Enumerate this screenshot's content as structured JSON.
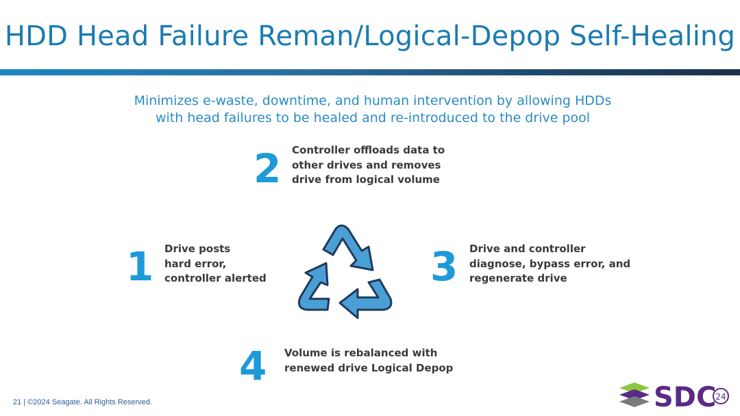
{
  "slide": {
    "title": "HDD Head Failure Reman/Logical-Depop Self-Healing",
    "subtitle_lines": [
      "Minimizes e-waste, downtime, and human intervention by allowing HDDs",
      "with head failures to be healed and re-introduced to the drive pool"
    ],
    "steps": [
      {
        "number": "1",
        "lines": [
          "Drive posts",
          "hard error,",
          "controller alerted"
        ]
      },
      {
        "number": "2",
        "lines": [
          "Controller offloads data to",
          "other drives and removes",
          "drive from logical volume"
        ]
      },
      {
        "number": "3",
        "lines": [
          "Drive and controller",
          "diagnose, bypass error, and",
          "regenerate drive"
        ]
      },
      {
        "number": "4",
        "lines": [
          "Volume is rebalanced with",
          "renewed drive Logical Depop"
        ]
      }
    ],
    "footer": "21 | ©2024 Seagate. All Rights Reserved.",
    "logo": {
      "text": "SDC",
      "badge": "24"
    },
    "icon": "recycle-icon",
    "colors": {
      "title": "#1a7bb0",
      "accent_number": "#1e9ad8",
      "body_text": "#3a3a3a",
      "recycle_fill": "#4a9fd6",
      "recycle_stroke": "#1f3a5a",
      "logo_green": "#8dc63f",
      "logo_purple": "#5b2a86",
      "logo_gray": "#7a7a7a"
    }
  }
}
